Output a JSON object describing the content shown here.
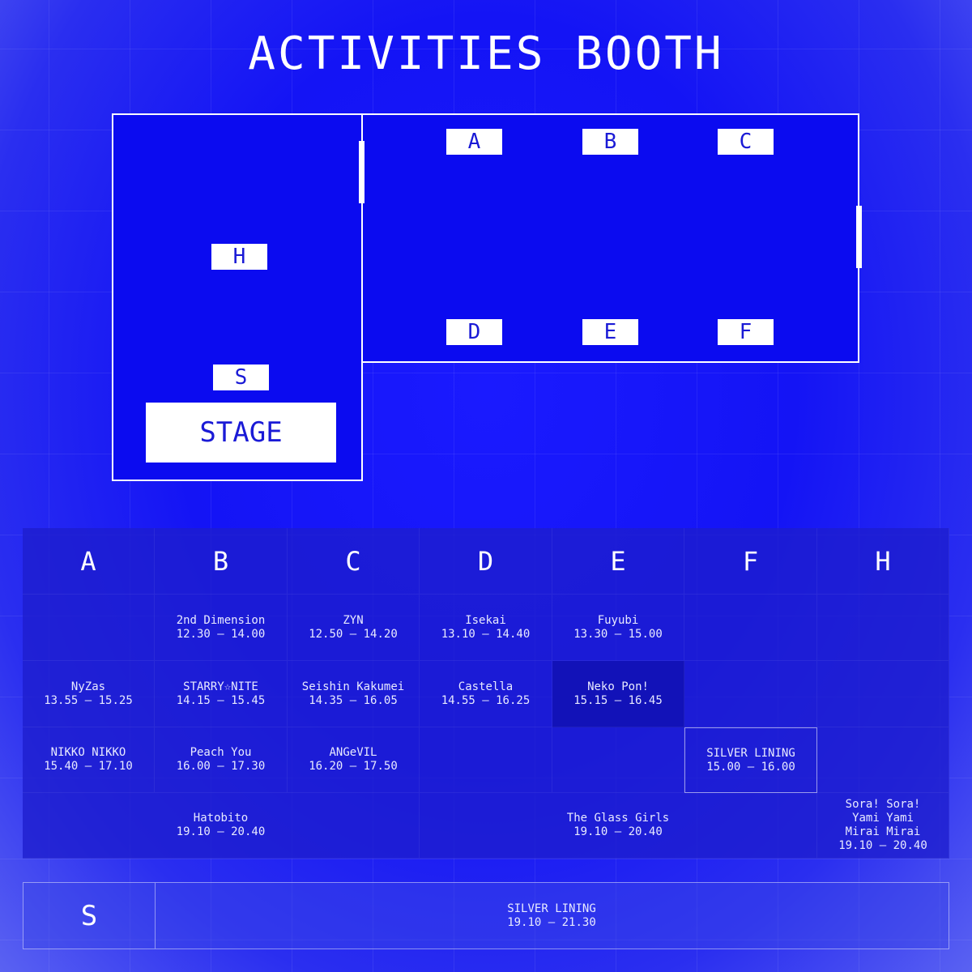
{
  "title": "ACTIVITIES BOOTH",
  "colors": {
    "background": "#1414f5",
    "room_fill": "#0b0bf0",
    "booth_text": "#1a1ad6",
    "line": "#ffffff"
  },
  "map": {
    "booths": {
      "A": "A",
      "B": "B",
      "C": "C",
      "D": "D",
      "E": "E",
      "F": "F",
      "H": "H",
      "S": "S"
    },
    "stage": "STAGE"
  },
  "schedule": {
    "headers": [
      "A",
      "B",
      "C",
      "D",
      "E",
      "F",
      "H"
    ],
    "row1": {
      "B": {
        "name": "2nd Dimension",
        "time": "12.30 — 14.00"
      },
      "C": {
        "name": "ZYN",
        "time": "12.50 — 14.20"
      },
      "D": {
        "name": "Isekai",
        "time": "13.10 — 14.40"
      },
      "E": {
        "name": "Fuyubi",
        "time": "13.30 — 15.00"
      }
    },
    "row2": {
      "A": {
        "name": "NyZas",
        "time": "13.55 — 15.25"
      },
      "B": {
        "name": "STARRY☆NITE",
        "time": "14.15 — 15.45"
      },
      "C": {
        "name": "Seishin Kakumei",
        "time": "14.35 — 16.05"
      },
      "D": {
        "name": "Castella",
        "time": "14.55 — 16.25"
      },
      "E": {
        "name": "Neko Pon!",
        "time": "15.15 — 16.45"
      }
    },
    "row3": {
      "A": {
        "name": "NIKKO NIKKO",
        "time": "15.40 — 17.10"
      },
      "B": {
        "name": "Peach You",
        "time": "16.00 — 17.30"
      },
      "C": {
        "name": "ANGeVIL",
        "time": "16.20 — 17.50"
      },
      "F": {
        "name": "SILVER LINING",
        "time": "15.00 — 16.00"
      }
    },
    "row4": {
      "ABC": {
        "name": "Hatobito",
        "time": "19.10 — 20.40"
      },
      "DEF": {
        "name": "The Glass Girls",
        "time": "19.10 — 20.40"
      },
      "H": {
        "line1": "Sora! Sora!",
        "line2": "Yami Yami",
        "line3": "Mirai Mirai",
        "time": "19.10 — 20.40"
      }
    },
    "stage_row": {
      "label": "S",
      "name": "SILVER LINING",
      "time": "19.10 — 21.30"
    }
  }
}
